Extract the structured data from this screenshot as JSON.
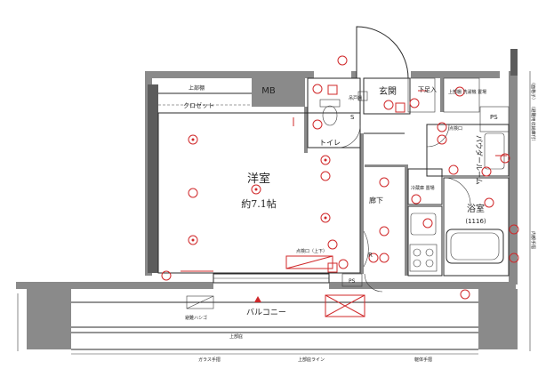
{
  "rooms": {
    "western_room": "洋室",
    "western_room_size": "約7.1帖",
    "mb": "MB",
    "entrance": "玄関",
    "toilet": "トイレ",
    "corridor": "廊下",
    "powder_room": "パウダールーム",
    "bathroom": "浴室",
    "bathroom_size": "(1116)",
    "balcony": "バルコニー"
  },
  "labels": {
    "upper_shelf": "上部棚",
    "closet": "クロゼット",
    "shoe_box": "下足入",
    "hanger_pipe": "吊戸棚",
    "washer_upper": "上部棚\n洗濯機\n置場",
    "ps_top": "PS",
    "ps_bottom": "PS",
    "inspection_port_1": "点検口",
    "inspection_port_2": "点検口（上下）",
    "fridge": "冷蔵庫\n置場",
    "inner_handrail": "内観手摺",
    "evac_ladder": "避難ハシゴ",
    "upper_eaves": "上部庇",
    "glass_rail": "ガラス手摺",
    "upper_floor_line": "上部庇ライン",
    "metal_rail": "躯体手摺",
    "cabinet_note": "（面格子）\n（避難用収納庫付）",
    "r_mark": "R",
    "s_mark": "S"
  },
  "colors": {
    "wall": "#8a8a8a",
    "line": "#2a2a2a",
    "electric": "#d0282a"
  }
}
